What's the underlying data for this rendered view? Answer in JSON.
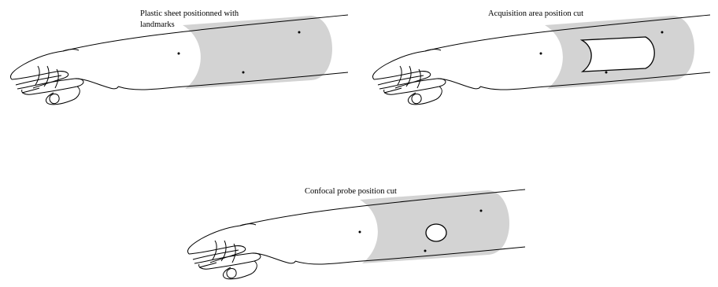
{
  "panels": [
    {
      "caption": "Plastic sheet positionned with landmarks",
      "caption_line1": "Plastic sheet positionned with",
      "caption_line2": "landmarks"
    },
    {
      "caption": "Acquisition area position cut"
    },
    {
      "caption": "Confocal probe position cut"
    }
  ],
  "colors": {
    "sheet": "#d3d3d3",
    "outline": "#000000",
    "background": "#ffffff"
  }
}
